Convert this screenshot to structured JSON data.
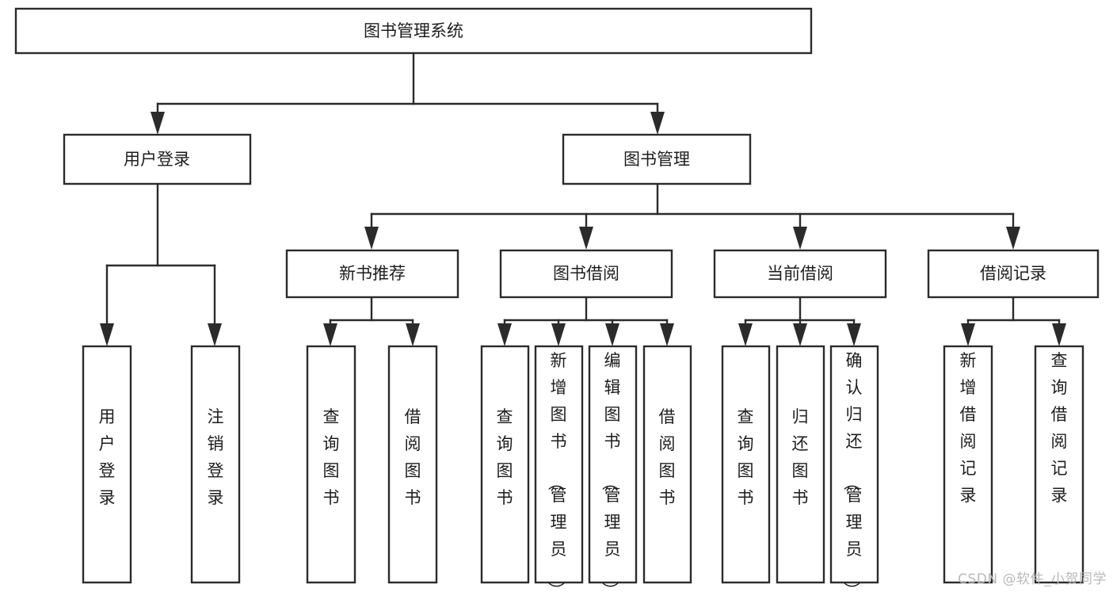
{
  "diagram": {
    "title": "图书管理系统",
    "type": "tree-hierarchy",
    "watermark": "CSDN @软件_小贺同学",
    "colors": {
      "stroke": "#2b2b2b",
      "fill": "#ffffff",
      "text": "#1d1d1d",
      "watermark": "#b9b9b9"
    }
  },
  "nodes": {
    "root": {
      "label": "图书管理系统",
      "orientation": "horizontal"
    },
    "level2": [
      {
        "label": "用户登录",
        "orientation": "horizontal"
      },
      {
        "label": "图书管理",
        "orientation": "horizontal"
      }
    ],
    "level3": [
      {
        "label": "新书推荐",
        "orientation": "horizontal"
      },
      {
        "label": "图书借阅",
        "orientation": "horizontal"
      },
      {
        "label": "当前借阅",
        "orientation": "horizontal"
      },
      {
        "label": "借阅记录",
        "orientation": "horizontal"
      }
    ],
    "leaves": {
      "user_login": [
        {
          "label": "用户登录",
          "orientation": "vertical"
        },
        {
          "label": "注销登录",
          "orientation": "vertical"
        }
      ],
      "new_book_recommend": [
        {
          "label": "查询图书",
          "orientation": "vertical"
        },
        {
          "label": "借阅图书",
          "orientation": "vertical"
        }
      ],
      "book_borrow": [
        {
          "label": "查询图书",
          "orientation": "vertical"
        },
        {
          "label": "新增图书（管理员）",
          "orientation": "vertical"
        },
        {
          "label": "编辑图书（管理员）",
          "orientation": "vertical"
        },
        {
          "label": "借阅图书",
          "orientation": "vertical"
        }
      ],
      "current_borrow": [
        {
          "label": "查询图书",
          "orientation": "vertical"
        },
        {
          "label": "归还图书",
          "orientation": "vertical"
        },
        {
          "label": "确认归还（管理员）",
          "orientation": "vertical"
        }
      ],
      "borrow_record": [
        {
          "label": "新增借阅记录",
          "orientation": "vertical"
        },
        {
          "label": "查询借阅记录",
          "orientation": "vertical"
        }
      ]
    }
  },
  "chart_data": {
    "type": "tree",
    "title": "图书管理系统",
    "root": "图书管理系统",
    "edges": [
      [
        "图书管理系统",
        "用户登录"
      ],
      [
        "图书管理系统",
        "图书管理"
      ],
      [
        "用户登录",
        "用户登录"
      ],
      [
        "用户登录",
        "注销登录"
      ],
      [
        "图书管理",
        "新书推荐"
      ],
      [
        "图书管理",
        "图书借阅"
      ],
      [
        "图书管理",
        "当前借阅"
      ],
      [
        "图书管理",
        "借阅记录"
      ],
      [
        "新书推荐",
        "查询图书"
      ],
      [
        "新书推荐",
        "借阅图书"
      ],
      [
        "图书借阅",
        "查询图书"
      ],
      [
        "图书借阅",
        "新增图书（管理员）"
      ],
      [
        "图书借阅",
        "编辑图书（管理员）"
      ],
      [
        "图书借阅",
        "借阅图书"
      ],
      [
        "当前借阅",
        "查询图书"
      ],
      [
        "当前借阅",
        "归还图书"
      ],
      [
        "当前借阅",
        "确认归还（管理员）"
      ],
      [
        "借阅记录",
        "新增借阅记录"
      ],
      [
        "借阅记录",
        "查询借阅记录"
      ]
    ],
    "depth": 4
  }
}
